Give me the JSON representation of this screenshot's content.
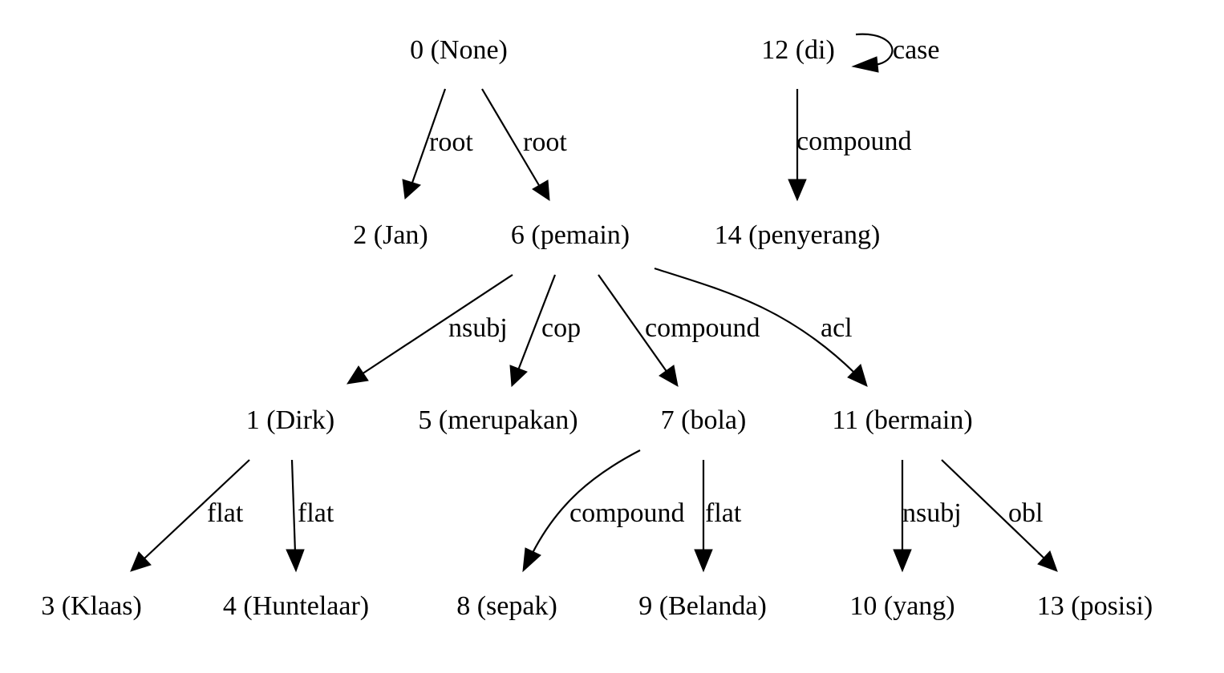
{
  "nodes": {
    "n0": "0 (None)",
    "n12": "12 (di)",
    "n2": "2 (Jan)",
    "n6": "6 (pemain)",
    "n14": "14 (penyerang)",
    "n1": "1 (Dirk)",
    "n5": "5 (merupakan)",
    "n7": "7 (bola)",
    "n11": "11 (bermain)",
    "n3": "3 (Klaas)",
    "n4": "4 (Huntelaar)",
    "n8": "8 (sepak)",
    "n9": "9 (Belanda)",
    "n10": "10 (yang)",
    "n13": "13 (posisi)"
  },
  "edges": {
    "e0_2": "root",
    "e0_6": "root",
    "e12_12": "case",
    "e12_14": "compound",
    "e6_1": "nsubj",
    "e6_5": "cop",
    "e6_7": "compound",
    "e6_11": "acl",
    "e1_3": "flat",
    "e1_4": "flat",
    "e7_8": "compound",
    "e7_9": "flat",
    "e11_10": "nsubj",
    "e11_13": "obl"
  }
}
